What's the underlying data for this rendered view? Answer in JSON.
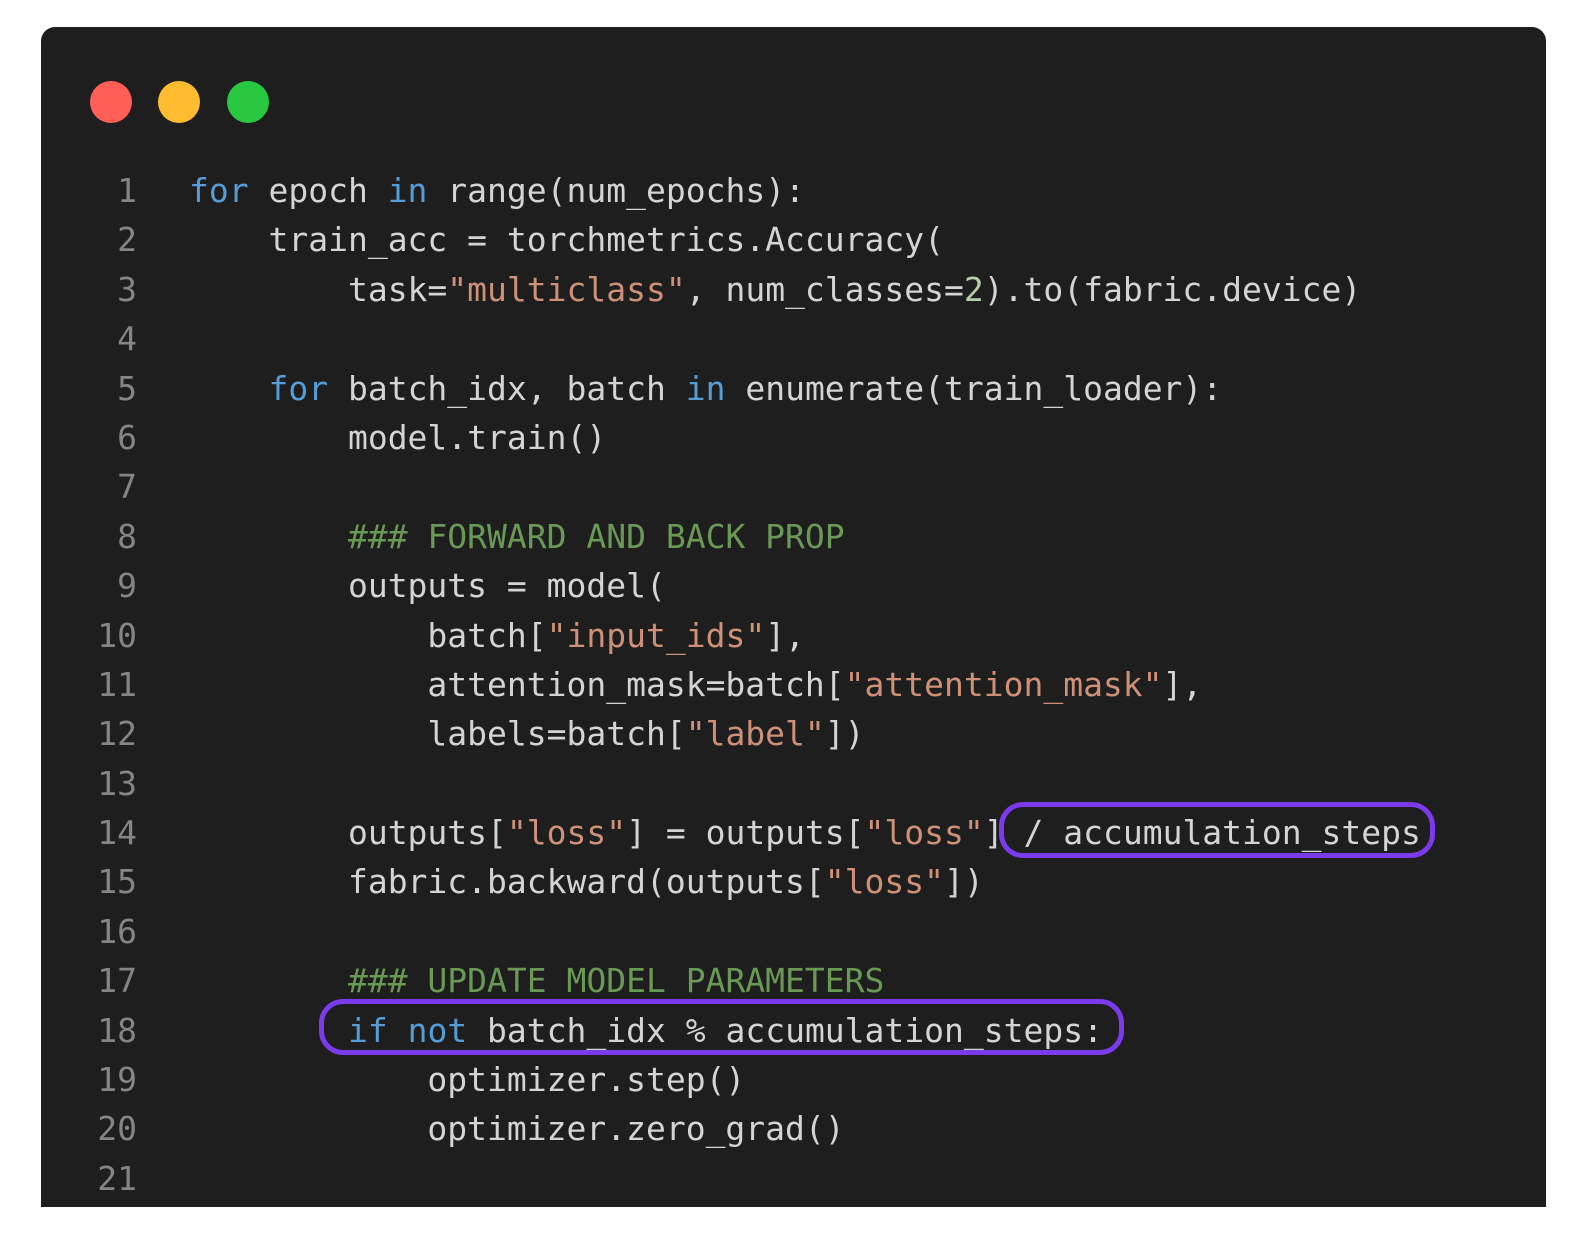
{
  "window": {
    "buttons": [
      {
        "name": "close",
        "color": "#ff5f57"
      },
      {
        "name": "minimize",
        "color": "#febc2e"
      },
      {
        "name": "maximize",
        "color": "#28c840"
      }
    ]
  },
  "theme": {
    "background": "#1e1e1e",
    "text": "#d4d4d4",
    "keyword": "#569cd6",
    "string": "#ce9178",
    "number": "#b5cea8",
    "comment": "#6a9955",
    "line_number": "#858585",
    "highlight": "#7c3aed"
  },
  "code": {
    "line_numbers": [
      "1",
      "2",
      "3",
      "4",
      "5",
      "6",
      "7",
      "8",
      "9",
      "10",
      "11",
      "12",
      "13",
      "14",
      "15",
      "16",
      "17",
      "18",
      "19",
      "20",
      "21"
    ],
    "lines": [
      {
        "indent": "",
        "tokens": [
          {
            "t": "kw",
            "v": "for"
          },
          {
            "t": "plain",
            "v": " epoch "
          },
          {
            "t": "kw",
            "v": "in"
          },
          {
            "t": "plain",
            "v": " range(num_epochs):"
          }
        ]
      },
      {
        "indent": "    ",
        "tokens": [
          {
            "t": "plain",
            "v": "train_acc = torchmetrics.Accuracy("
          }
        ]
      },
      {
        "indent": "        ",
        "tokens": [
          {
            "t": "plain",
            "v": "task="
          },
          {
            "t": "str",
            "v": "\"multiclass\""
          },
          {
            "t": "plain",
            "v": ", num_classes="
          },
          {
            "t": "num",
            "v": "2"
          },
          {
            "t": "plain",
            "v": ").to(fabric.device)"
          }
        ]
      },
      {
        "indent": "",
        "tokens": []
      },
      {
        "indent": "    ",
        "tokens": [
          {
            "t": "kw",
            "v": "for"
          },
          {
            "t": "plain",
            "v": " batch_idx, batch "
          },
          {
            "t": "kw",
            "v": "in"
          },
          {
            "t": "plain",
            "v": " enumerate(train_loader):"
          }
        ]
      },
      {
        "indent": "        ",
        "tokens": [
          {
            "t": "plain",
            "v": "model.train()"
          }
        ]
      },
      {
        "indent": "",
        "tokens": []
      },
      {
        "indent": "        ",
        "tokens": [
          {
            "t": "cm",
            "v": "### FORWARD AND BACK PROP"
          }
        ]
      },
      {
        "indent": "        ",
        "tokens": [
          {
            "t": "plain",
            "v": "outputs = model("
          }
        ]
      },
      {
        "indent": "            ",
        "tokens": [
          {
            "t": "plain",
            "v": "batch["
          },
          {
            "t": "str",
            "v": "\"input_ids\""
          },
          {
            "t": "plain",
            "v": "],"
          }
        ]
      },
      {
        "indent": "            ",
        "tokens": [
          {
            "t": "plain",
            "v": "attention_mask=batch["
          },
          {
            "t": "str",
            "v": "\"attention_mask\""
          },
          {
            "t": "plain",
            "v": "],"
          }
        ]
      },
      {
        "indent": "            ",
        "tokens": [
          {
            "t": "plain",
            "v": "labels=batch["
          },
          {
            "t": "str",
            "v": "\"label\""
          },
          {
            "t": "plain",
            "v": "])"
          }
        ]
      },
      {
        "indent": "",
        "tokens": []
      },
      {
        "indent": "        ",
        "tokens": [
          {
            "t": "plain",
            "v": "outputs["
          },
          {
            "t": "str",
            "v": "\"loss\""
          },
          {
            "t": "plain",
            "v": "] = outputs["
          },
          {
            "t": "str",
            "v": "\"loss\""
          },
          {
            "t": "plain",
            "v": "] / accumulation_steps"
          }
        ]
      },
      {
        "indent": "        ",
        "tokens": [
          {
            "t": "plain",
            "v": "fabric.backward(outputs["
          },
          {
            "t": "str",
            "v": "\"loss\""
          },
          {
            "t": "plain",
            "v": "])"
          }
        ]
      },
      {
        "indent": "",
        "tokens": []
      },
      {
        "indent": "        ",
        "tokens": [
          {
            "t": "cm",
            "v": "### UPDATE MODEL PARAMETERS"
          }
        ]
      },
      {
        "indent": "        ",
        "tokens": [
          {
            "t": "kw",
            "v": "if"
          },
          {
            "t": "plain",
            "v": " "
          },
          {
            "t": "kw",
            "v": "not"
          },
          {
            "t": "plain",
            "v": " batch_idx % accumulation_steps:"
          }
        ]
      },
      {
        "indent": "            ",
        "tokens": [
          {
            "t": "plain",
            "v": "optimizer.step()"
          }
        ]
      },
      {
        "indent": "            ",
        "tokens": [
          {
            "t": "plain",
            "v": "optimizer.zero_grad()"
          }
        ]
      },
      {
        "indent": "",
        "tokens": []
      }
    ]
  }
}
